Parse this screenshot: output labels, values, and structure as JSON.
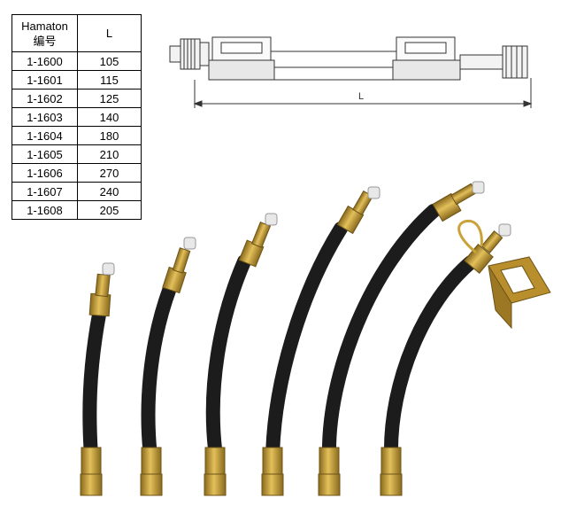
{
  "table": {
    "header_model_line1": "Hamaton",
    "header_model_line2": "编号",
    "header_length": "L",
    "rows": [
      {
        "model": "1-1600",
        "length": "105"
      },
      {
        "model": "1-1601",
        "length": "115"
      },
      {
        "model": "1-1602",
        "length": "125"
      },
      {
        "model": "1-1603",
        "length": "140"
      },
      {
        "model": "1-1604",
        "length": "180"
      },
      {
        "model": "1-1605",
        "length": "210"
      },
      {
        "model": "1-1606",
        "length": "270"
      },
      {
        "model": "1-1607",
        "length": "240"
      },
      {
        "model": "1-1608",
        "length": "205"
      }
    ]
  },
  "drawing": {
    "dimension_label": "L"
  },
  "colors": {
    "hose": "#1c1c1c",
    "brass": "#c9a23a",
    "brass_dark": "#8a6a1e",
    "cap": "#e8e8e8",
    "line": "#333333"
  }
}
